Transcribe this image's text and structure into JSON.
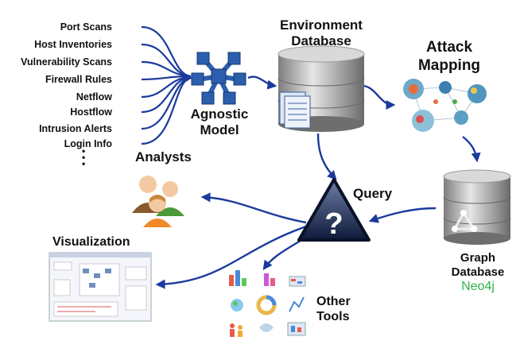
{
  "sources": [
    "Port Scans",
    "Host Inventories",
    "Vulnerability Scans",
    "Firewall Rules",
    "Netflow",
    "Hostflow",
    "Intrusion Alerts",
    "Login Info"
  ],
  "ellipsis": "•\n•\n•",
  "agnostic_model": {
    "line1": "Agnostic",
    "line2": "Model"
  },
  "environment_db": {
    "line1": "Environment",
    "line2": "Database"
  },
  "attack_mapping": {
    "line1": "Attack",
    "line2": "Mapping"
  },
  "graph_db": {
    "line1": "Graph",
    "line2": "Database",
    "product": "Neo4j"
  },
  "query": "Query",
  "query_symbol": "?",
  "analysts": "Analysts",
  "visualization": "Visualization",
  "other_tools": {
    "line1": "Other",
    "line2": "Tools"
  },
  "colors": {
    "arrow": "#1a3a9c",
    "neo4j": "#2fb34a",
    "hub": "#2b5fae",
    "db_body": "#a8a8a8"
  }
}
